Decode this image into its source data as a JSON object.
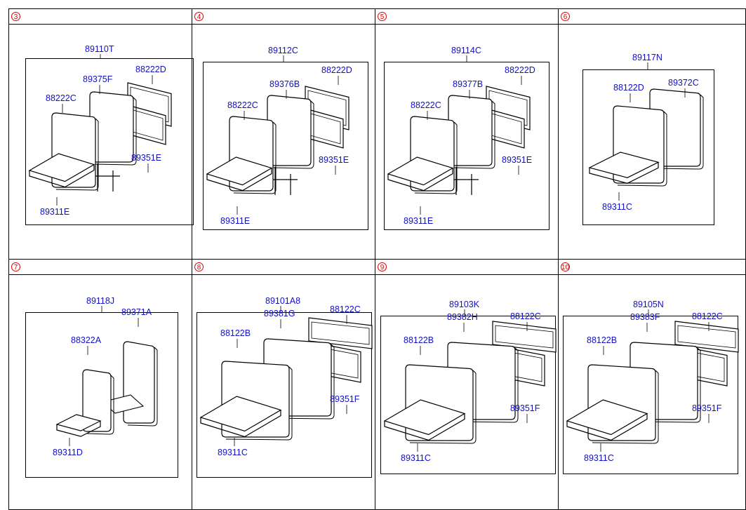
{
  "panels": [
    {
      "number": "3",
      "assembly": "89110T",
      "parts": [
        "89375F",
        "88222D",
        "88222C",
        "89351E",
        "89311E"
      ]
    },
    {
      "number": "4",
      "assembly": "89112C",
      "parts": [
        "89376B",
        "88222D",
        "88222C",
        "89351E",
        "89311E"
      ]
    },
    {
      "number": "5",
      "assembly": "89114C",
      "parts": [
        "89377B",
        "88222D",
        "88222C",
        "89351E",
        "89311E"
      ]
    },
    {
      "number": "6",
      "assembly": "89117N",
      "parts": [
        "88122D",
        "89372C",
        "89311C"
      ]
    },
    {
      "number": "7",
      "assembly": "89118J",
      "parts": [
        "89371A",
        "88322A",
        "89311D"
      ]
    },
    {
      "number": "8",
      "assembly": "89101A8",
      "parts": [
        "89381G",
        "88122C",
        "88122B",
        "89351F",
        "89311C"
      ]
    },
    {
      "number": "9",
      "assembly": "89103K",
      "parts": [
        "89382H",
        "88122C",
        "88122B",
        "89351F",
        "89311C"
      ]
    },
    {
      "number": "10",
      "assembly": "89105N",
      "parts": [
        "89383F",
        "88122C",
        "88122B",
        "89351F",
        "89311C"
      ]
    }
  ]
}
